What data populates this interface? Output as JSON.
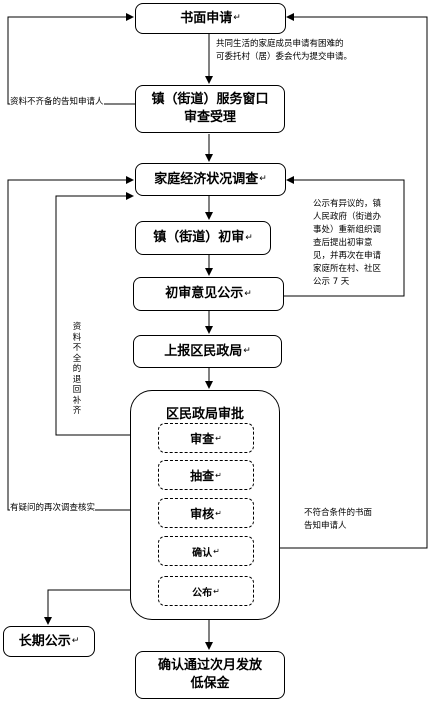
{
  "nodes": {
    "apply": "书面申请",
    "window": "镇（街道）服务窗口\n审查受理",
    "investigate": "家庭经济状况调查",
    "first_review": "镇（街道）初审",
    "publicity": "初审意见公示",
    "report": "上报区民政局",
    "approval": "区民政局审批",
    "steps": [
      "审查",
      "抽查",
      "审核",
      "确认",
      "公布"
    ],
    "long_publicity": "长期公示",
    "final": "确认通过次月发放\n低保金"
  },
  "notes": {
    "entrust": "共同生活的家庭成员申请有困难的\n可委托村（居）委会代为提交申请。",
    "incomplete_notify": "资料不齐备的告知申请人",
    "objection": "公示有异议的，镇\n人民政府（街道办\n事处）重新组织调\n查后提出初审意\n见，并再次在申请\n家庭所在村、社区\n公示 7 天",
    "return_supplement": "资料不全的退回补齐",
    "doubt_reinvestigate": "有疑问的再次调查核实",
    "reject_notify": "不符合条件的书面\n告知申请人"
  }
}
